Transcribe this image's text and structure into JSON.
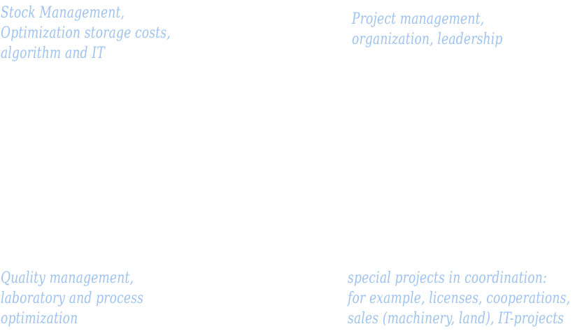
{
  "colors": {
    "text": "#9fc3ee",
    "background": "#ffffff"
  },
  "blocks": {
    "stock": {
      "lines": [
        "Stock Management,",
        "Optimization storage costs,",
        "algorithm and IT"
      ]
    },
    "project": {
      "lines": [
        "Project management,",
        "organization, leadership"
      ]
    },
    "quality": {
      "lines": [
        "Quality management,",
        "laboratory and process",
        "optimization"
      ]
    },
    "special": {
      "lines": [
        "special projects in coordination:",
        "for example, licenses, cooperations,",
        "sales (machinery, land), IT-projects"
      ]
    }
  }
}
